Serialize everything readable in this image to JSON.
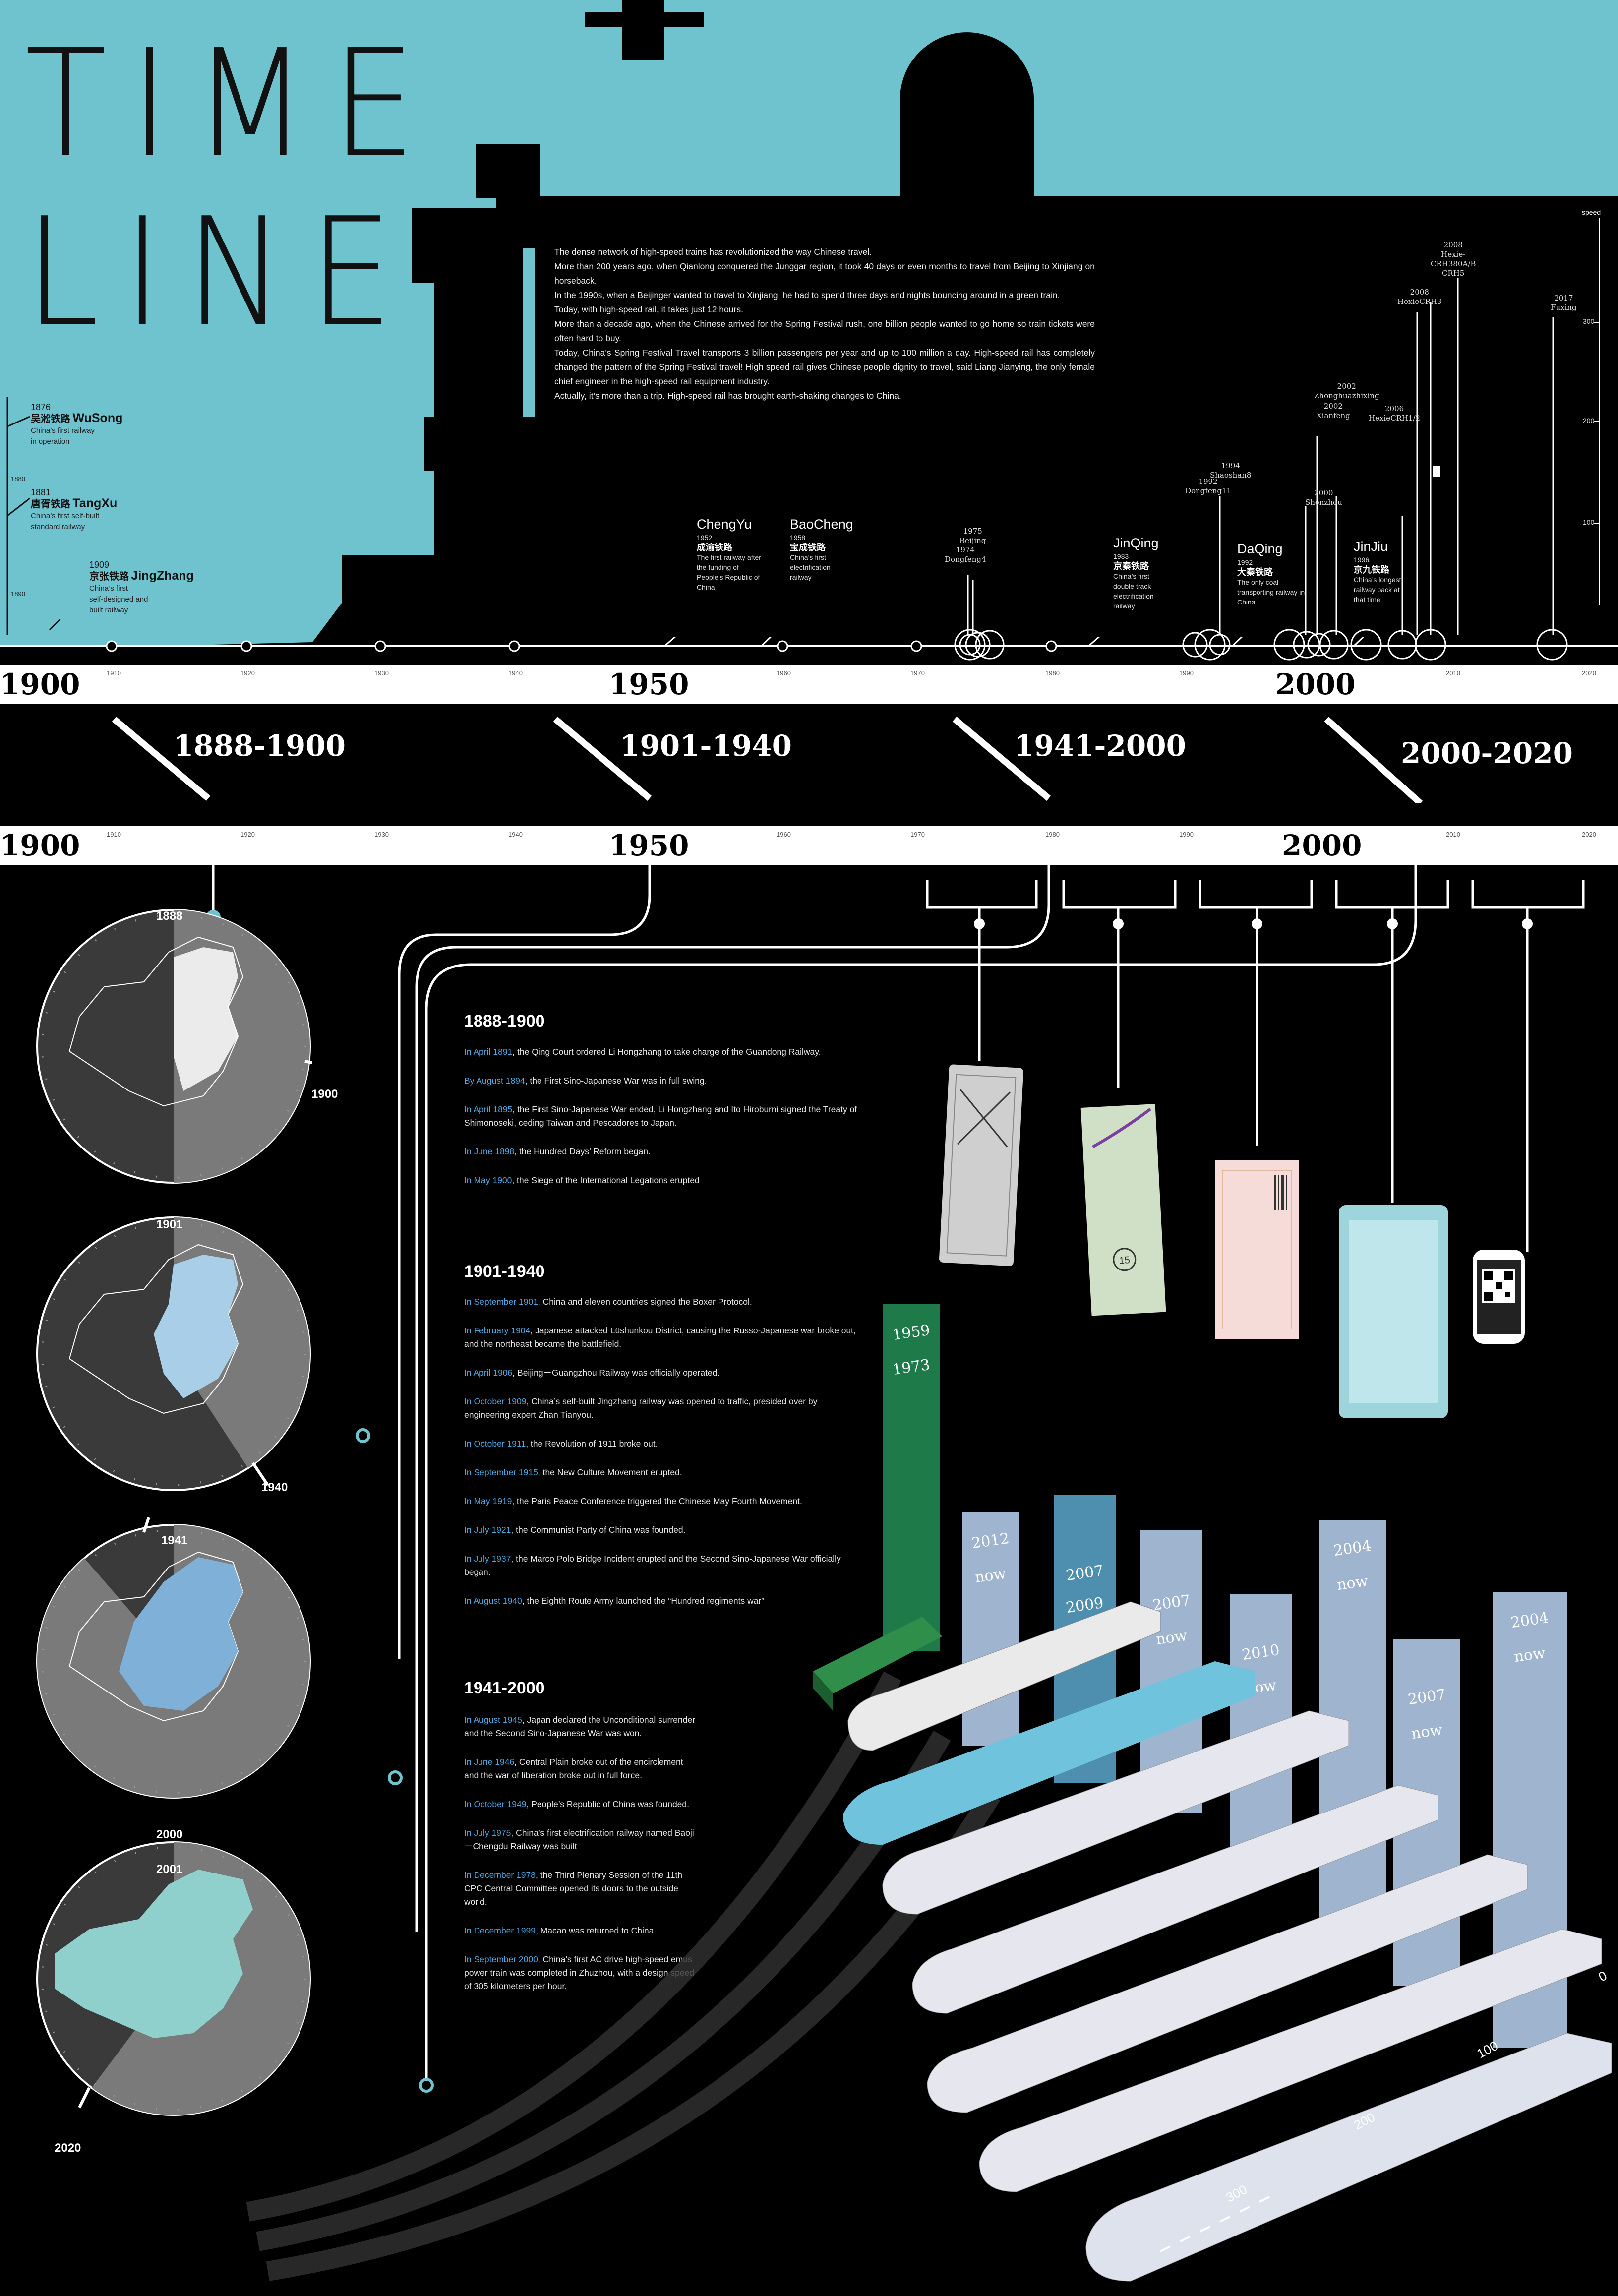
{
  "header": {
    "title_line1": "TIME",
    "title_line2": "LINE",
    "intro": [
      "The dense network of high-speed trains has revolutionized the way Chinese travel.",
      "More than 200 years ago, when Qianlong conquered the Junggar region, it took 40 days or even months to travel from Beijing to Xinjiang on horseback.",
      "In the 1990s, when a Beijinger wanted to travel to Xinjiang, he had to spend three days and nights bouncing around in a green train.",
      "Today, with high-speed rail, it takes just 12 hours.",
      "More than a decade ago, when the Chinese arrived for the Spring Festival rush, one billion people wanted to go home so train tickets were often hard to buy.",
      "Today, China’s Spring Festival Travel transports 3 billion passengers per year and up to 100 million a day. High-speed rail has completely changed the pattern of the Spring Festival travel! High speed rail gives Chinese people dignity to travel, said Liang Jianying, the only female chief engineer in the high-speed rail equipment industry.",
      "Actually, it’s more than a trip. High-speed rail has brought earth-shaking changes to China."
    ],
    "early": [
      {
        "year": "1876",
        "cn": "吴淞铁路",
        "en": "WuSong",
        "desc1": "China’s first railway",
        "desc2": "in operation"
      },
      {
        "year": "1881",
        "cn": "唐胥铁路",
        "en": "TangXu",
        "desc1": "China’s first self-built",
        "desc2": "standard railway"
      },
      {
        "year": "1909",
        "cn": "京张铁路",
        "en": "JingZhang",
        "desc1": "China’s first",
        "desc2": "self-designed and",
        "desc3": "built railway"
      }
    ],
    "left_ticks": [
      "1880",
      "1890"
    ]
  },
  "milestones": [
    {
      "en": "ChengYu",
      "year": "1952",
      "cn": "成渝铁路",
      "d": [
        "The first railway after",
        "the funding of",
        "People’s Republic of",
        "China"
      ]
    },
    {
      "en": "BaoCheng",
      "year": "1958",
      "cn": "宝成铁路",
      "d": [
        "China’s first",
        "electrification",
        "railway"
      ]
    },
    {
      "en": "JinQing",
      "year": "1983",
      "cn": "京秦铁路",
      "d": [
        "China’s first",
        "double track",
        "electrification",
        "railway"
      ]
    },
    {
      "en": "DaQing",
      "year": "1992",
      "cn": "大秦铁路",
      "d": [
        "The only coal",
        "transporting railway in",
        "China"
      ]
    },
    {
      "en": "JinJiu",
      "year": "1996",
      "cn": "京九铁路",
      "d": [
        "China’s longest",
        "railway back at",
        "that time"
      ]
    }
  ],
  "hs_labels": [
    {
      "t": "1975\nBeijing"
    },
    {
      "t": "1974\nDongfeng4"
    },
    {
      "t": "1994\nShaoshan8"
    },
    {
      "t": "1992\nDongfeng11"
    },
    {
      "t": "2000\nShenzhou"
    },
    {
      "t": "2002\nZhonghuazhixing"
    },
    {
      "t": "2002\nXianfeng"
    },
    {
      "t": "2006\nHexieCRH1/2"
    },
    {
      "t": "2008\nHexieCRH3"
    },
    {
      "t": "2008\nHexie-\nCRH380A/B\nCRH5"
    },
    {
      "t": "2017\nFuxing"
    }
  ],
  "speed_axis": {
    "title": "speed",
    "ticks": [
      "300",
      "200",
      "100"
    ]
  },
  "timebar": {
    "big": [
      "1900",
      "1950",
      "2000"
    ],
    "ticks": [
      "1910",
      "1920",
      "1930",
      "1940",
      "1960",
      "1970",
      "1980",
      "1990",
      "2010",
      "2020"
    ]
  },
  "periods": [
    "1888-1900",
    "1901-1940",
    "1941-2000",
    "2000-2020"
  ],
  "clocks": [
    {
      "start": "1888",
      "end": "1900"
    },
    {
      "start": "1901",
      "end": "1940"
    },
    {
      "start": "1941",
      "end": "2000"
    },
    {
      "start": "2001",
      "end": "2020"
    }
  ],
  "events": {
    "p1": {
      "title": "1888-1900",
      "items": [
        {
          "date": "In April 1891",
          "text": ", the Qing Court ordered Li Hongzhang to take charge of the Guandong Railway."
        },
        {
          "date": "By August 1894",
          "text": ", the First Sino-Japanese War was in full swing."
        },
        {
          "date": "In April 1895",
          "text": ", the First Sino-Japanese War ended, Li Hongzhang and Ito Hiroburni signed the Treaty of Shimonoseki, ceding Taiwan and Pescadores to Japan."
        },
        {
          "date": "In June 1898",
          "text": ", the Hundred Days’ Reform began."
        },
        {
          "date": "In May 1900",
          "text": ", the Siege of the International Legations erupted"
        }
      ]
    },
    "p2": {
      "title": "1901-1940",
      "items": [
        {
          "date": "In September 1901",
          "text": ", China and eleven countries signed the Boxer Protocol."
        },
        {
          "date": "In February 1904",
          "text": ", Japanese attacked Lüshunkou District, causing the Russo-Japanese war broke out, and the northeast became the battlefield."
        },
        {
          "date": "In April 1906",
          "text": ", Beijing－Guangzhou Railway was officially operated."
        },
        {
          "date": "In October 1909",
          "text": ", China’s self-built Jingzhang railway was opened to traffic, presided over by engineering expert Zhan Tianyou."
        },
        {
          "date": "In October 1911",
          "text": ", the Revolution of 1911 broke out."
        },
        {
          "date": "In September 1915",
          "text": ", the New Culture Movement erupted."
        },
        {
          "date": "In May 1919",
          "text": ", the Paris Peace Conference triggered the Chinese May Fourth Movement."
        },
        {
          "date": "In July 1921",
          "text": ", the Communist Party of China was founded."
        },
        {
          "date": "In July 1937",
          "text": ", the Marco Polo Bridge Incident erupted and the Second Sino-Japanese War officially began."
        },
        {
          "date": "In August 1940",
          "text": ", the Eighth Route Army launched the “Hundred regiments war”"
        }
      ]
    },
    "p3": {
      "title": "1941-2000",
      "items": [
        {
          "date": "In August 1945",
          "text": ", Japan declared the Unconditional surrender and the Second Sino-Japanese War was won."
        },
        {
          "date": "In June 1946",
          "text": ", Central Plain broke out of the encirclement and the war of liberation broke out in full force."
        },
        {
          "date": "In October 1949",
          "text": ", People’s Republic of China was founded."
        },
        {
          "date": "In July 1975",
          "text": ", China’s first electrification railway named Baoji－Chengdu Railway was built"
        },
        {
          "date": "In December 1978",
          "text": ", the Third Plenary Session of the 11th CPC Central Committee opened its doors to the outside world."
        },
        {
          "date": "In December 1999",
          "text": ", Macao was returned to China"
        },
        {
          "date": "In September 2000",
          "text": ", China’s first AC drive high-speed emus power train was completed in Zhuzhou, with a design speed of 305 kilometers per hour."
        }
      ]
    }
  },
  "train_columns": [
    {
      "a": "1959",
      "b": "1973",
      "color": "#1f7a4a"
    },
    {
      "a": "2012",
      "b": "now",
      "color": "#9fb4cf"
    },
    {
      "a": "2007",
      "b": "2009",
      "color": "#4e8fb0"
    },
    {
      "a": "2007",
      "b": "now",
      "color": "#9fb4cf"
    },
    {
      "a": "2010",
      "b": "now",
      "color": "#9fb4cf"
    },
    {
      "a": "2004",
      "b": "now",
      "color": "#9fb4cf"
    },
    {
      "a": "2007",
      "b": "now",
      "color": "#9fb4cf"
    },
    {
      "a": "2004",
      "b": "now",
      "color": "#9fb4cf"
    }
  ],
  "speed_scale": [
    "0",
    "100",
    "200",
    "300"
  ],
  "colors": {
    "accent": "#6ec3cf",
    "date": "#4da6e0",
    "column": "#9fb4cf"
  }
}
